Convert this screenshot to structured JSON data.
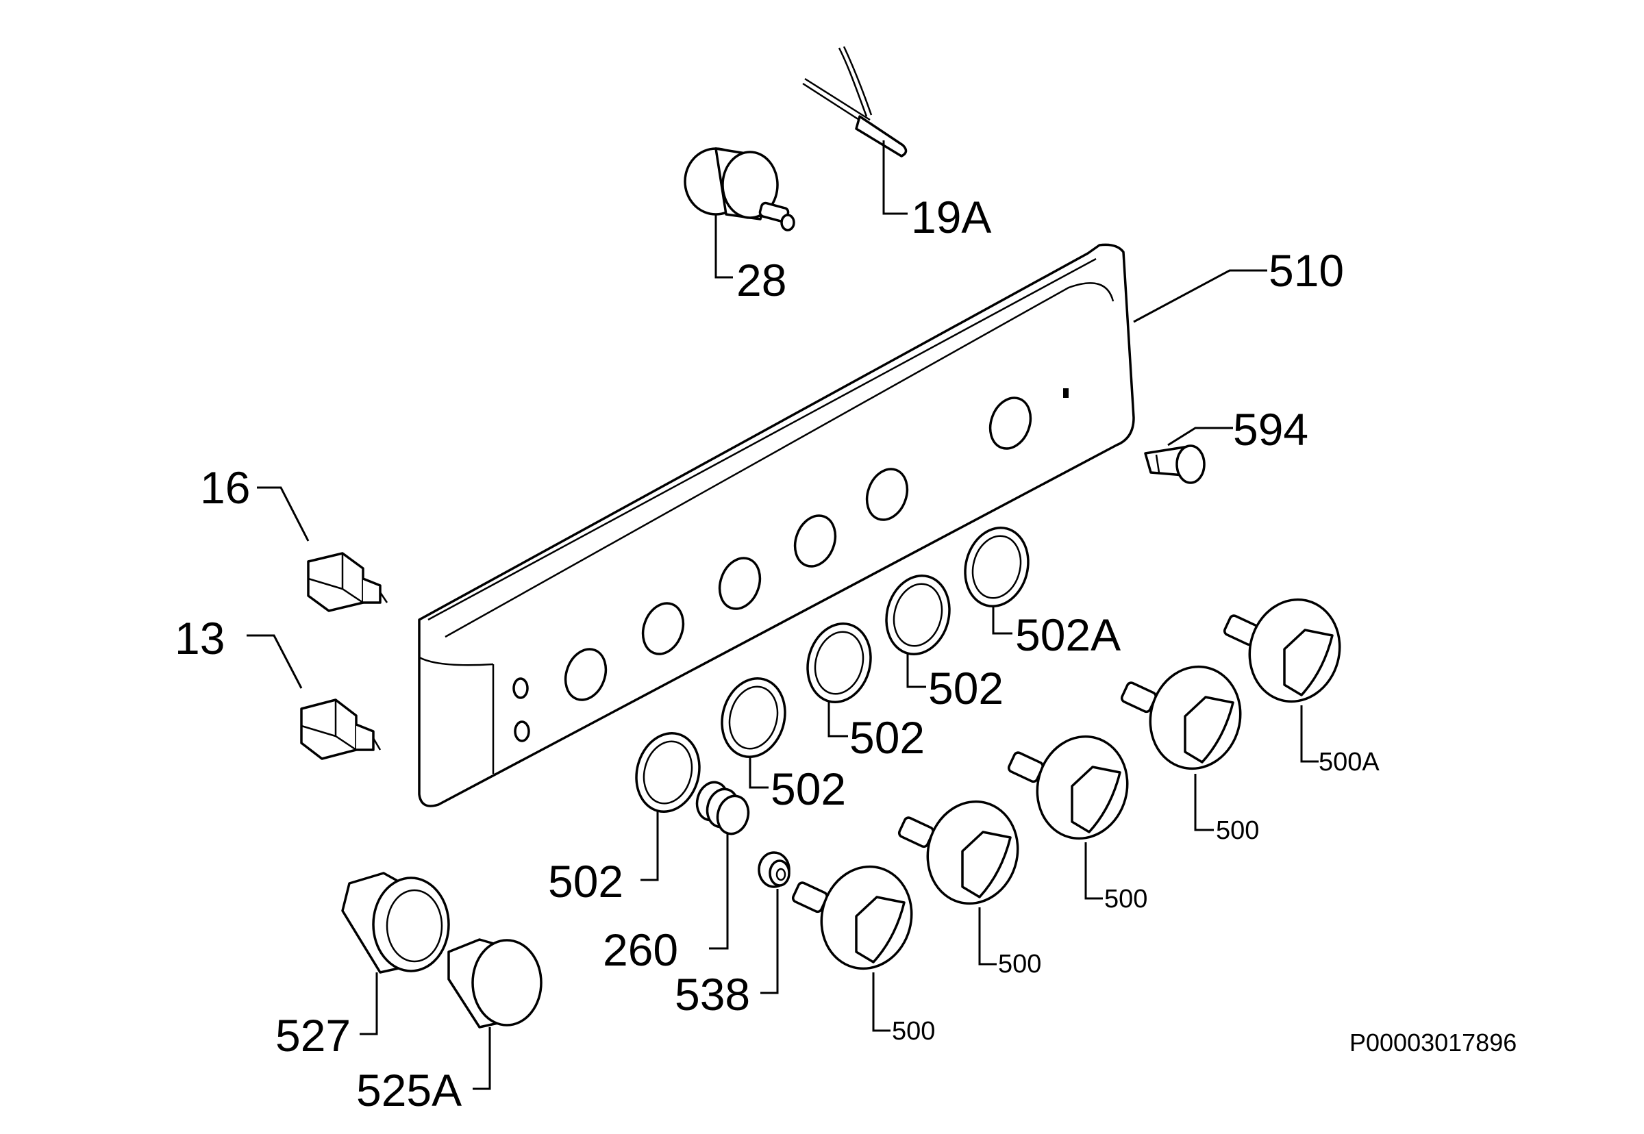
{
  "labels": {
    "p19a": "19A",
    "p28": "28",
    "p510": "510",
    "p594": "594",
    "p16": "16",
    "p13": "13",
    "p502a": "502A",
    "p502_1": "502",
    "p502_2": "502",
    "p502_3": "502",
    "p502_4": "502",
    "p500a": "500A",
    "p500_1": "500",
    "p500_2": "500",
    "p500_3": "500",
    "p500_4": "500",
    "p260": "260",
    "p538": "538",
    "p527": "527",
    "p525a": "525A"
  },
  "document_code": "P00003017896"
}
